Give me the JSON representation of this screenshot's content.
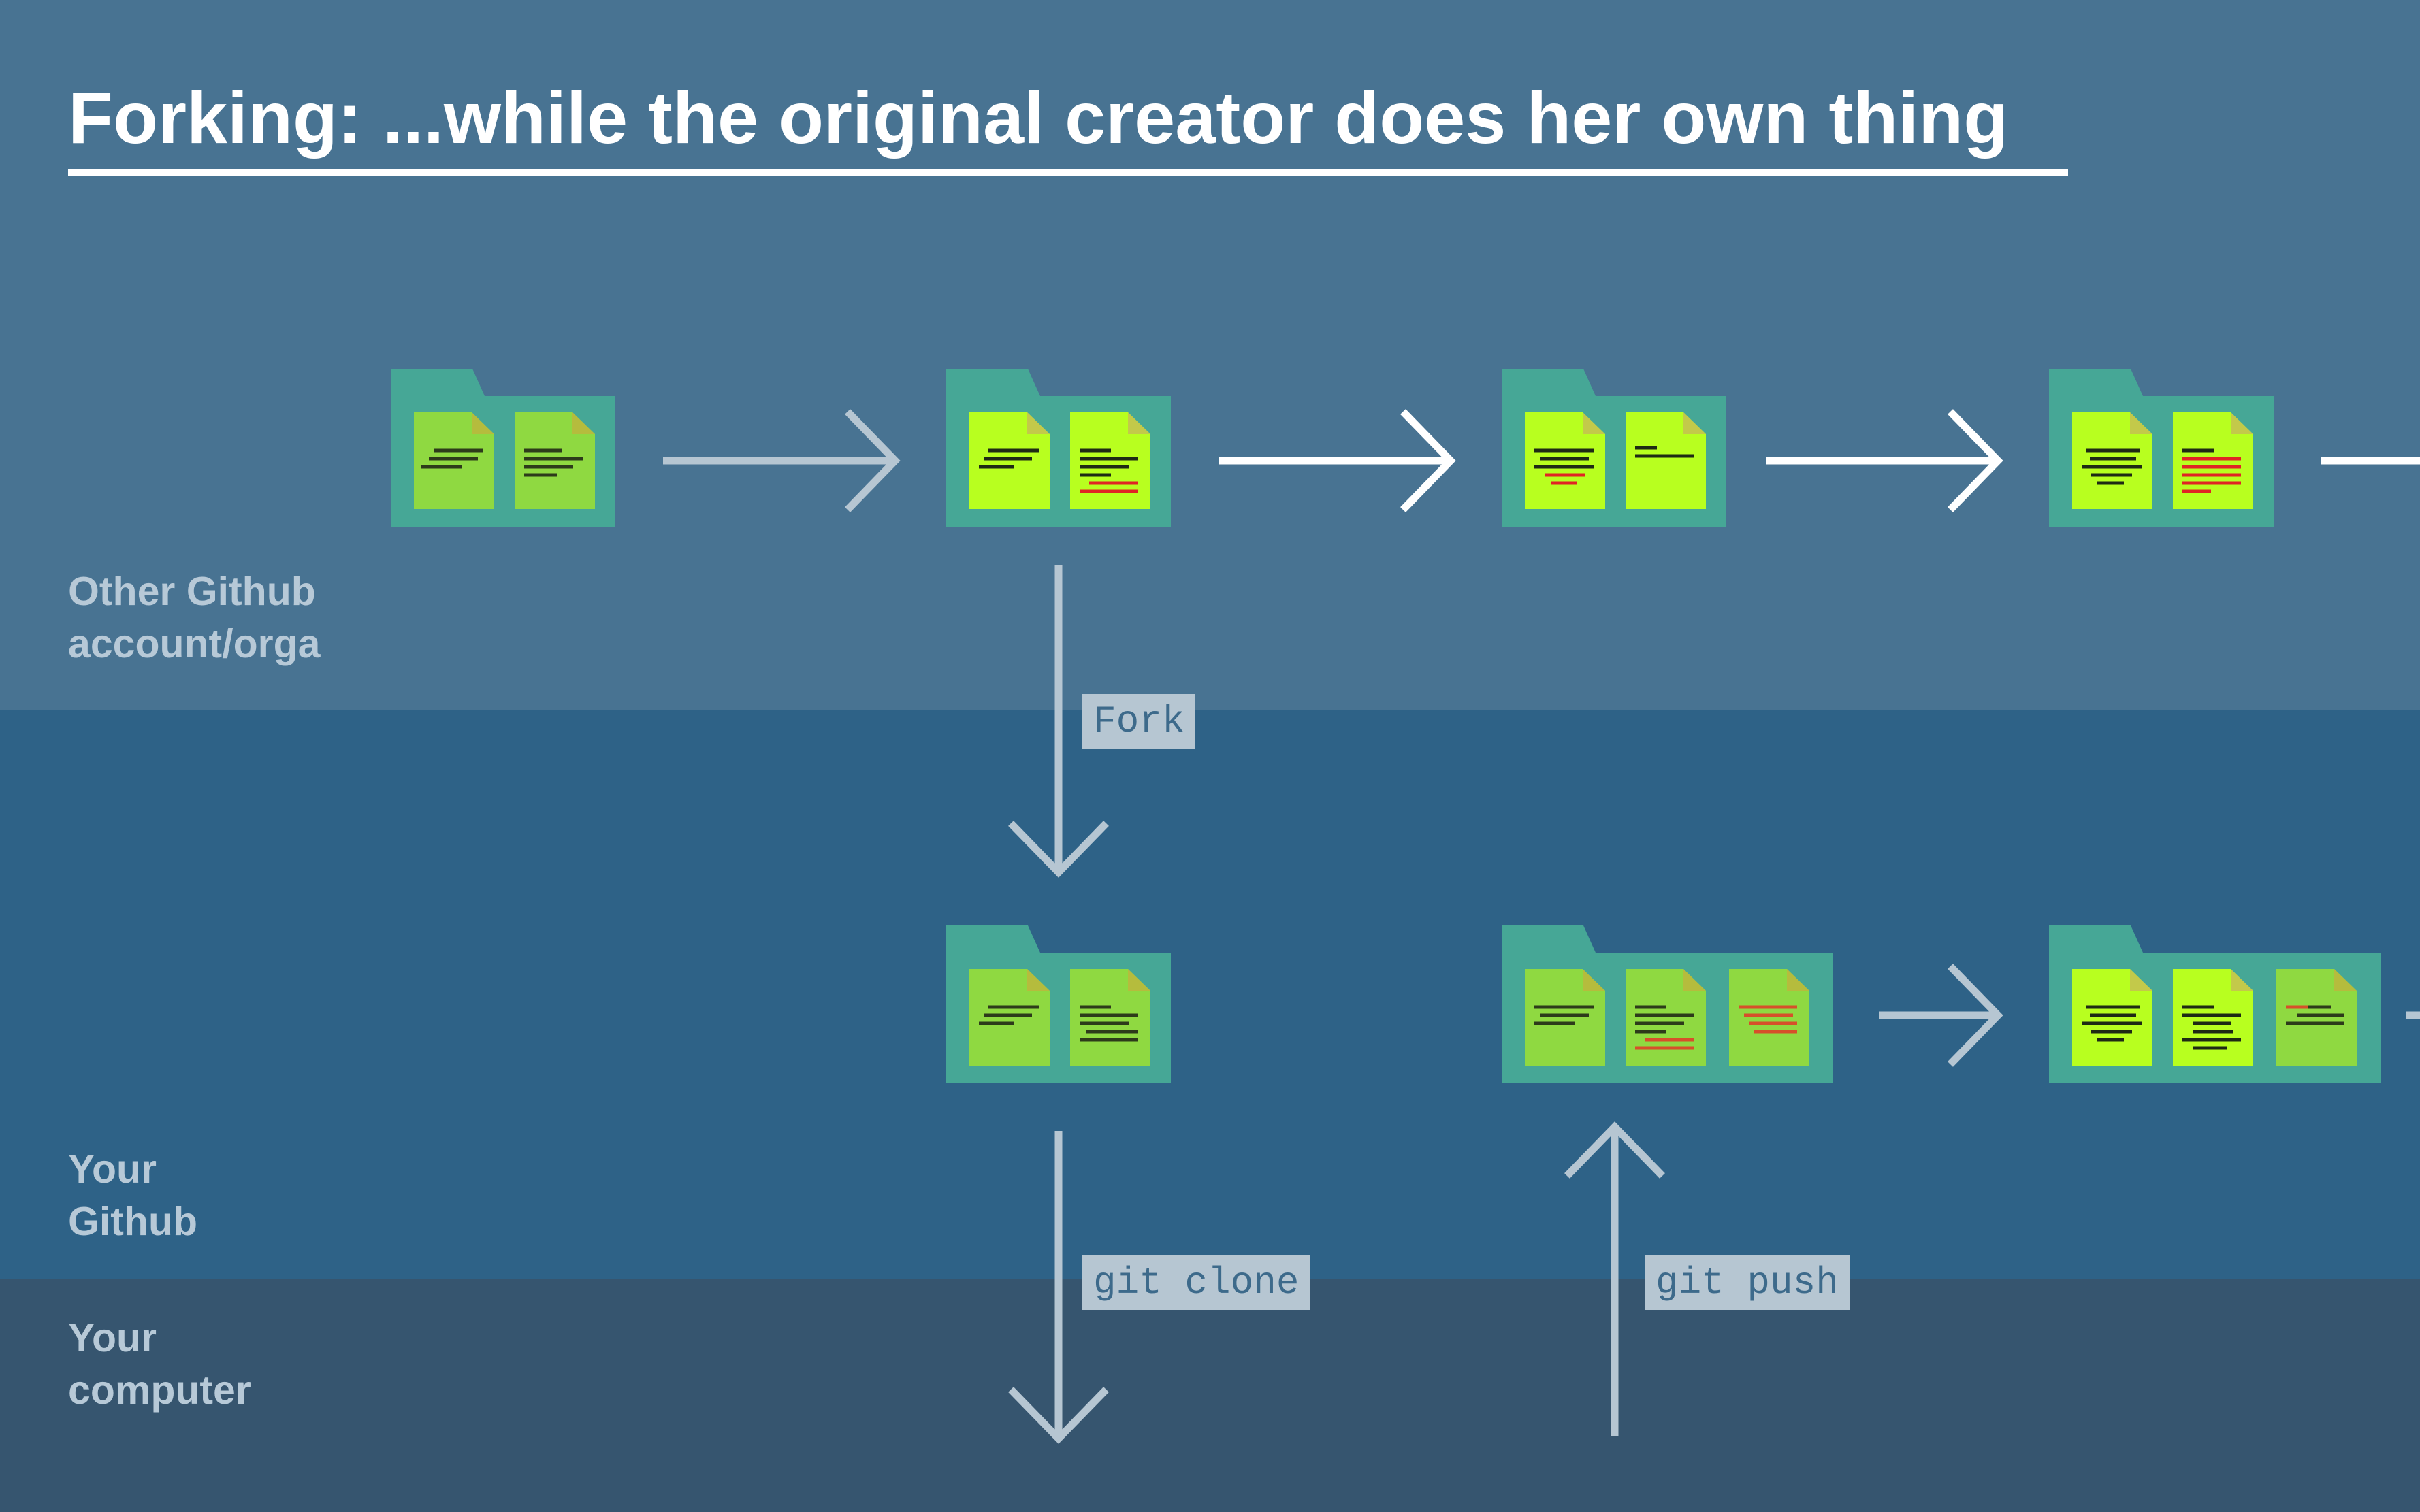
{
  "title": "Forking: ...while the original creator does her own thing",
  "zones": {
    "upstream": "Other Github\naccount/orga",
    "fork": "Your\nGithub",
    "local": "Your\ncomputer"
  },
  "commands": {
    "fork": "Fork",
    "clone": "git clone",
    "push": "git push"
  },
  "colors": {
    "upstream_band": "#487392",
    "fork_band": "#2e6287",
    "local_band": "#36556f",
    "folder": "#46a796",
    "file_original": "#8fd941",
    "file_new": "#b8ff1f",
    "text_line": "#1e2a14",
    "changed_line": "#e02424",
    "arrow_bright": "#ffffff",
    "arrow_muted": "#b6c6d2"
  },
  "repositories": [
    {
      "row": "upstream",
      "files": [
        "original",
        "original"
      ]
    },
    {
      "row": "upstream",
      "files": [
        "new",
        "new-changed"
      ]
    },
    {
      "row": "upstream",
      "files": [
        "new-changed",
        "new"
      ]
    },
    {
      "row": "upstream",
      "files": [
        "new",
        "new-changed"
      ]
    },
    {
      "row": "fork",
      "files": [
        "original",
        "original"
      ]
    },
    {
      "row": "fork",
      "files": [
        "original",
        "original-changed",
        "original-changed"
      ]
    },
    {
      "row": "fork",
      "files": [
        "new",
        "new",
        "original-changed"
      ]
    }
  ]
}
